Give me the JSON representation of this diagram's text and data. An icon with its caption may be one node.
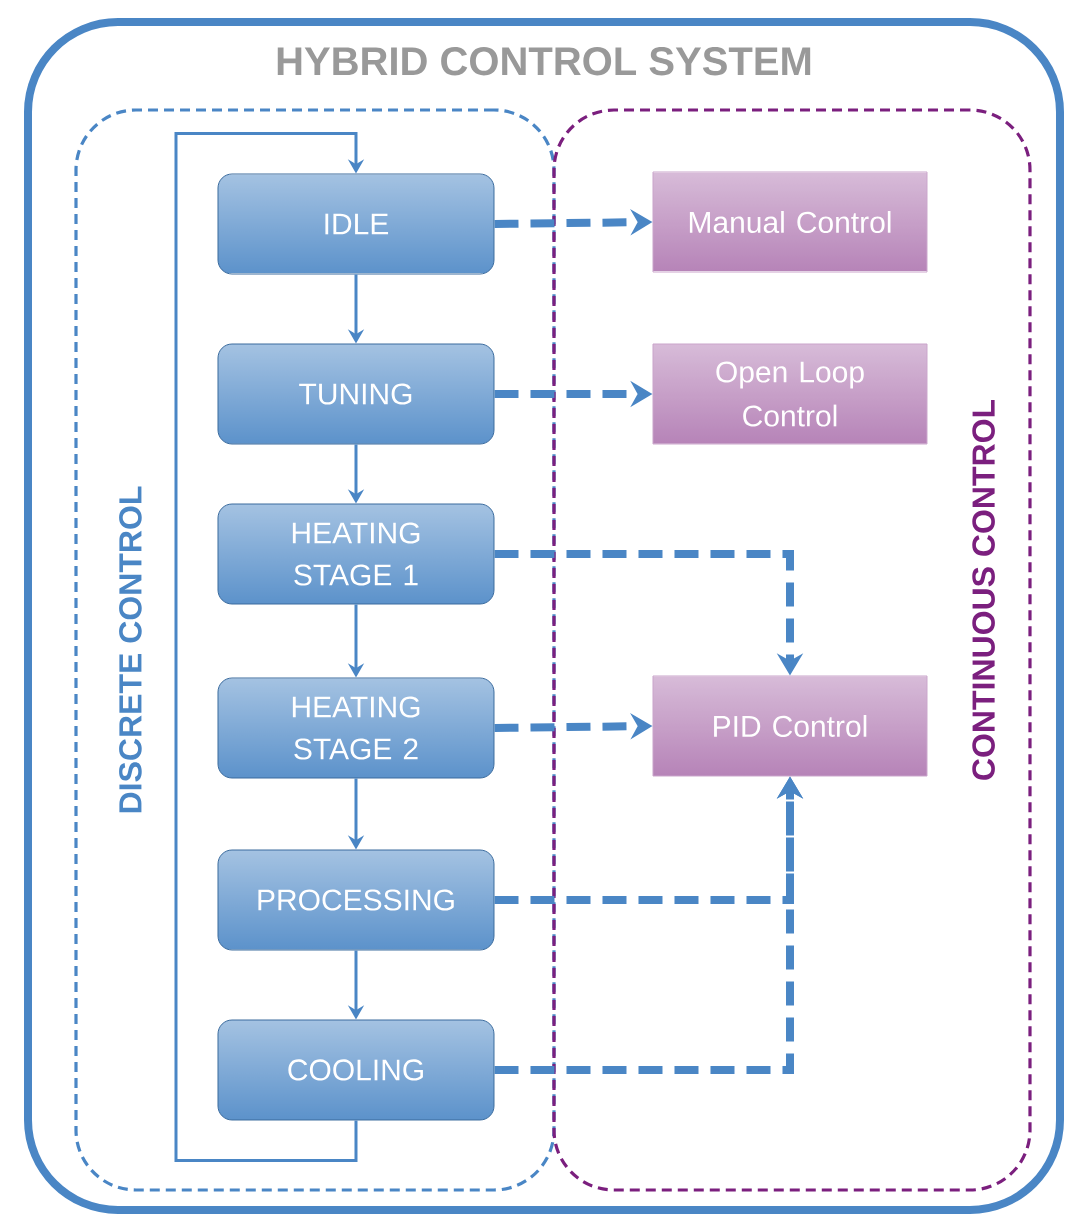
{
  "diagram": {
    "nodes": [
      {
        "text": [
          "HYBRID CONTROL SYSTEM"
        ]
      },
      {
        "text": [
          "DISCRETE CONTROL"
        ],
        "in": 0
      },
      {
        "text": [
          "CONTINUOUS CONTROL"
        ],
        "in": 0
      },
      {
        "text": [
          "IDLE"
        ],
        "in": 1
      },
      {
        "text": [
          "TUNING"
        ],
        "in": 1
      },
      {
        "text": [
          "HEATING STAGE 1"
        ],
        "in": 1
      },
      {
        "text": [
          "HEATING STAGE 2"
        ],
        "in": 1
      },
      {
        "text": [
          "PROCESSING"
        ],
        "in": 1
      },
      {
        "text": [
          "COOLING"
        ],
        "in": 1
      },
      {
        "text": [
          "Manual Control"
        ],
        "in": 2
      },
      {
        "text": [
          "Open Loop Control"
        ],
        "in": 2
      },
      {
        "text": [
          "PID Control"
        ],
        "in": 2
      }
    ],
    "edges": [
      {
        "from": 3,
        "to": 4,
        "arrow": "to"
      },
      {
        "from": 4,
        "to": 5,
        "arrow": "to"
      },
      {
        "from": 5,
        "to": 6,
        "arrow": "to"
      },
      {
        "from": 6,
        "to": 7,
        "arrow": "to"
      },
      {
        "from": 7,
        "to": 8,
        "arrow": "to"
      },
      {
        "from": 8,
        "to": 3,
        "arrow": "to"
      },
      {
        "from": 3,
        "to": 9,
        "arrow": "to",
        "style": "dashed"
      },
      {
        "from": 4,
        "to": 10,
        "arrow": "to",
        "style": "dashed"
      },
      {
        "from": 5,
        "to": 11,
        "arrow": "to",
        "style": "dashed"
      },
      {
        "from": 6,
        "to": 11,
        "arrow": "to",
        "style": "dashed"
      },
      {
        "from": 7,
        "to": 11,
        "arrow": "to",
        "style": "dashed"
      },
      {
        "from": 8,
        "to": 11,
        "arrow": "to",
        "style": "dashed"
      }
    ]
  }
}
